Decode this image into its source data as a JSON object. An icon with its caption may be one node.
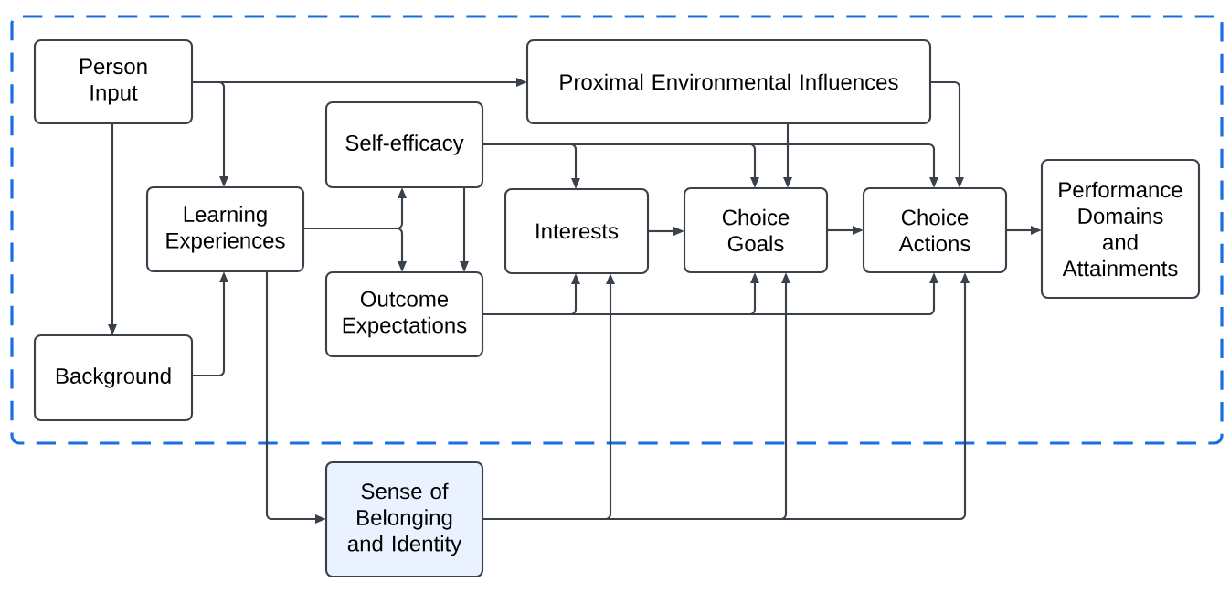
{
  "diagram": {
    "nodes": [
      {
        "text": [],
        "shape": "box"
      },
      {
        "text": [
          "Person Input"
        ],
        "in": 0
      },
      {
        "text": [
          "Proximal Environmental Influences"
        ],
        "in": 0
      },
      {
        "text": [
          "Self-efficacy"
        ],
        "in": 0
      },
      {
        "text": [
          "Learning Experiences"
        ],
        "in": 0
      },
      {
        "text": [
          "Interests"
        ],
        "in": 0
      },
      {
        "text": [
          "Choice Goals"
        ],
        "in": 0
      },
      {
        "text": [
          "Choice Actions"
        ],
        "in": 0
      },
      {
        "text": [
          "Performance Domains and Attainments"
        ],
        "in": 0
      },
      {
        "text": [
          "Outcome Expectations"
        ],
        "in": 0
      },
      {
        "text": [
          "Background"
        ],
        "in": 0
      },
      {
        "text": [
          "Sense of Belonging and Identity"
        ]
      }
    ],
    "edges": [
      {
        "from": 1,
        "to": 2,
        "arrow": "to"
      },
      {
        "from": 1,
        "to": 4,
        "arrow": "to"
      },
      {
        "from": 1,
        "to": 10,
        "arrow": "to"
      },
      {
        "from": 10,
        "to": 4,
        "arrow": "to"
      },
      {
        "from": 4,
        "to": 3,
        "arrow": "to"
      },
      {
        "from": 4,
        "to": 9,
        "arrow": "to"
      },
      {
        "from": 3,
        "to": 9,
        "arrow": "to"
      },
      {
        "from": 3,
        "to": 5,
        "arrow": "to"
      },
      {
        "from": 3,
        "to": 6,
        "arrow": "to"
      },
      {
        "from": 3,
        "to": 7,
        "arrow": "to"
      },
      {
        "from": 2,
        "to": 6,
        "arrow": "to"
      },
      {
        "from": 2,
        "to": 7,
        "arrow": "to"
      },
      {
        "from": 5,
        "to": 6,
        "arrow": "to"
      },
      {
        "from": 6,
        "to": 7,
        "arrow": "to"
      },
      {
        "from": 7,
        "to": 8,
        "arrow": "to"
      },
      {
        "from": 9,
        "to": 5,
        "arrow": "to"
      },
      {
        "from": 9,
        "to": 6,
        "arrow": "to"
      },
      {
        "from": 9,
        "to": 7,
        "arrow": "to"
      },
      {
        "from": 4,
        "to": 11,
        "arrow": "to"
      },
      {
        "from": 11,
        "to": 5,
        "arrow": "to"
      },
      {
        "from": 11,
        "to": 6,
        "arrow": "to"
      },
      {
        "from": 11,
        "to": 7,
        "arrow": "to"
      }
    ]
  }
}
